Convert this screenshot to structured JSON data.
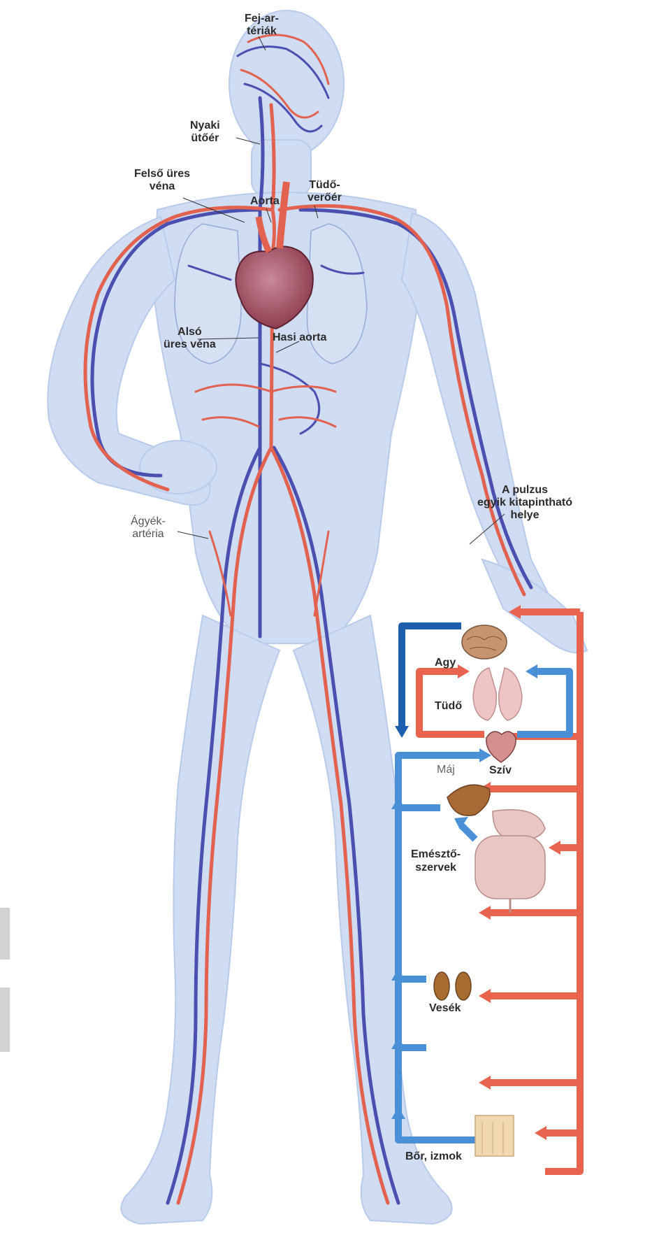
{
  "figure": {
    "labels": {
      "head_arteries": [
        "Fej-ar-",
        "tériák"
      ],
      "carotid": [
        "Nyaki",
        "ütőér"
      ],
      "superior_vena_cava": [
        "Felső üres",
        "véna"
      ],
      "aorta": "Aorta",
      "pulmonary_artery": [
        "Tüdő-",
        "verőér"
      ],
      "inferior_vena_cava": [
        "Alsó",
        "üres véna"
      ],
      "abdominal_aorta": "Hasi aorta",
      "pulse_point": [
        "A pulzus",
        "egyik kitapintható",
        "helye"
      ],
      "lumbar_artery": [
        "Ágyék-",
        "artéria"
      ]
    },
    "circulation_diagram": {
      "brain": "Agy",
      "lungs": "Tüdő",
      "liver": "Máj",
      "heart": "Szív",
      "digestive": [
        "Emésztő-",
        "szervek"
      ],
      "kidneys": "Vesék",
      "skin_muscles": "Bőr, izmok"
    },
    "colors": {
      "artery": "#e2614f",
      "vein": "#4a4fb0",
      "body": "#c9d8f0",
      "oxygenated_flow": "#e8644e",
      "deoxygenated_flow": "#4a90d6",
      "dark_blue_flow": "#1f5fb0"
    }
  }
}
